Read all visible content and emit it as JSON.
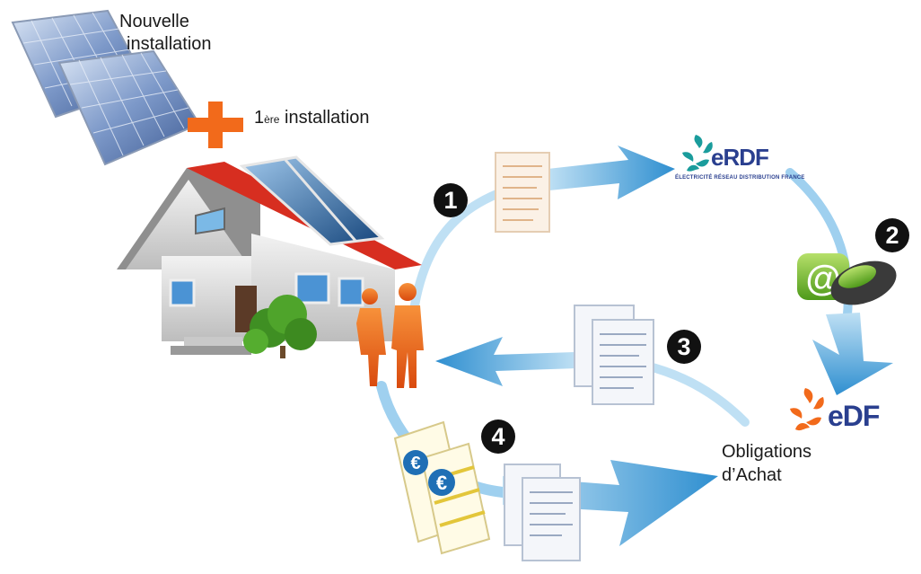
{
  "labels": {
    "new_install_line1": "Nouvelle",
    "new_install_line2": "installation",
    "first_install_prefix": "1",
    "first_install_sup": "ère",
    "first_install_suffix": " installation",
    "obligations_line1": "Obligations",
    "obligations_line2": "d’Achat"
  },
  "steps": [
    "1",
    "2",
    "3",
    "4"
  ],
  "logos": {
    "erdf_name": "eRDF",
    "erdf_subtitle": "ÉLECTRICITÉ RÉSEAU DISTRIBUTION FRANCE",
    "edf_name": "eDF"
  },
  "colors": {
    "arrow": "#4aa3df",
    "accent_orange": "#f26a1b",
    "badge": "#111111",
    "logo_blue": "#2a3f8f",
    "erdf_teal": "#1a9c9c"
  },
  "icons": [
    "solar-panel-icon",
    "plus-icon",
    "house-icon",
    "people-icon",
    "document-icon",
    "at-sign-icon",
    "mouse-icon",
    "euro-invoice-icon",
    "erdf-logo",
    "edf-logo"
  ]
}
